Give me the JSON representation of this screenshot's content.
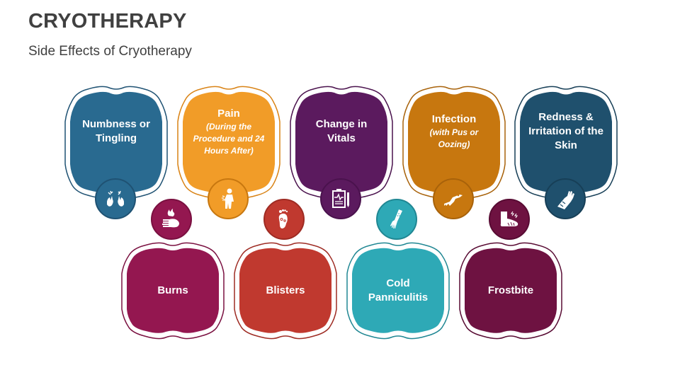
{
  "header": {
    "title": "CRYOTHERAPY",
    "subtitle": "Side Effects of Cryotherapy"
  },
  "cards": [
    {
      "id": "numbness",
      "label": "Numbness or Tingling",
      "note": "",
      "icon": "tingling-hands-icon",
      "color": "#296a90",
      "border": "#1f5273",
      "row": "top"
    },
    {
      "id": "pain",
      "label": "Pain",
      "note": "(During the Procedure and 24 Hours After)",
      "icon": "back-pain-person-icon",
      "color": "#f19c28",
      "border": "#d98315",
      "row": "top"
    },
    {
      "id": "vitals",
      "label": "Change in Vitals",
      "note": "",
      "icon": "clipboard-ecg-icon",
      "color": "#5b1a5e",
      "border": "#4a124d",
      "row": "top"
    },
    {
      "id": "infection",
      "label": "Infection",
      "note": "(with Pus or Oozing)",
      "icon": "infected-hand-icon",
      "color": "#c7770f",
      "border": "#a8620a",
      "row": "top"
    },
    {
      "id": "redness",
      "label": "Redness & Irritation of the Skin",
      "note": "",
      "icon": "bandaged-arm-icon",
      "color": "#1f506d",
      "border": "#173f57",
      "row": "top"
    },
    {
      "id": "burns",
      "label": "Burns",
      "note": "",
      "icon": "burning-hand-icon",
      "color": "#941750",
      "border": "#7a1040",
      "row": "bottom"
    },
    {
      "id": "blisters",
      "label": "Blisters",
      "note": "",
      "icon": "foot-blister-icon",
      "color": "#c0392f",
      "border": "#9e2b23",
      "row": "bottom"
    },
    {
      "id": "panniculitis",
      "label": "Cold Panniculitis",
      "note": "",
      "icon": "arm-rash-icon",
      "color": "#2ea9b6",
      "border": "#208793",
      "row": "bottom"
    },
    {
      "id": "frostbite",
      "label": "Frostbite",
      "note": "",
      "icon": "frostbitten-foot-icon",
      "color": "#6e1241",
      "border": "#580b33",
      "row": "bottom"
    }
  ]
}
